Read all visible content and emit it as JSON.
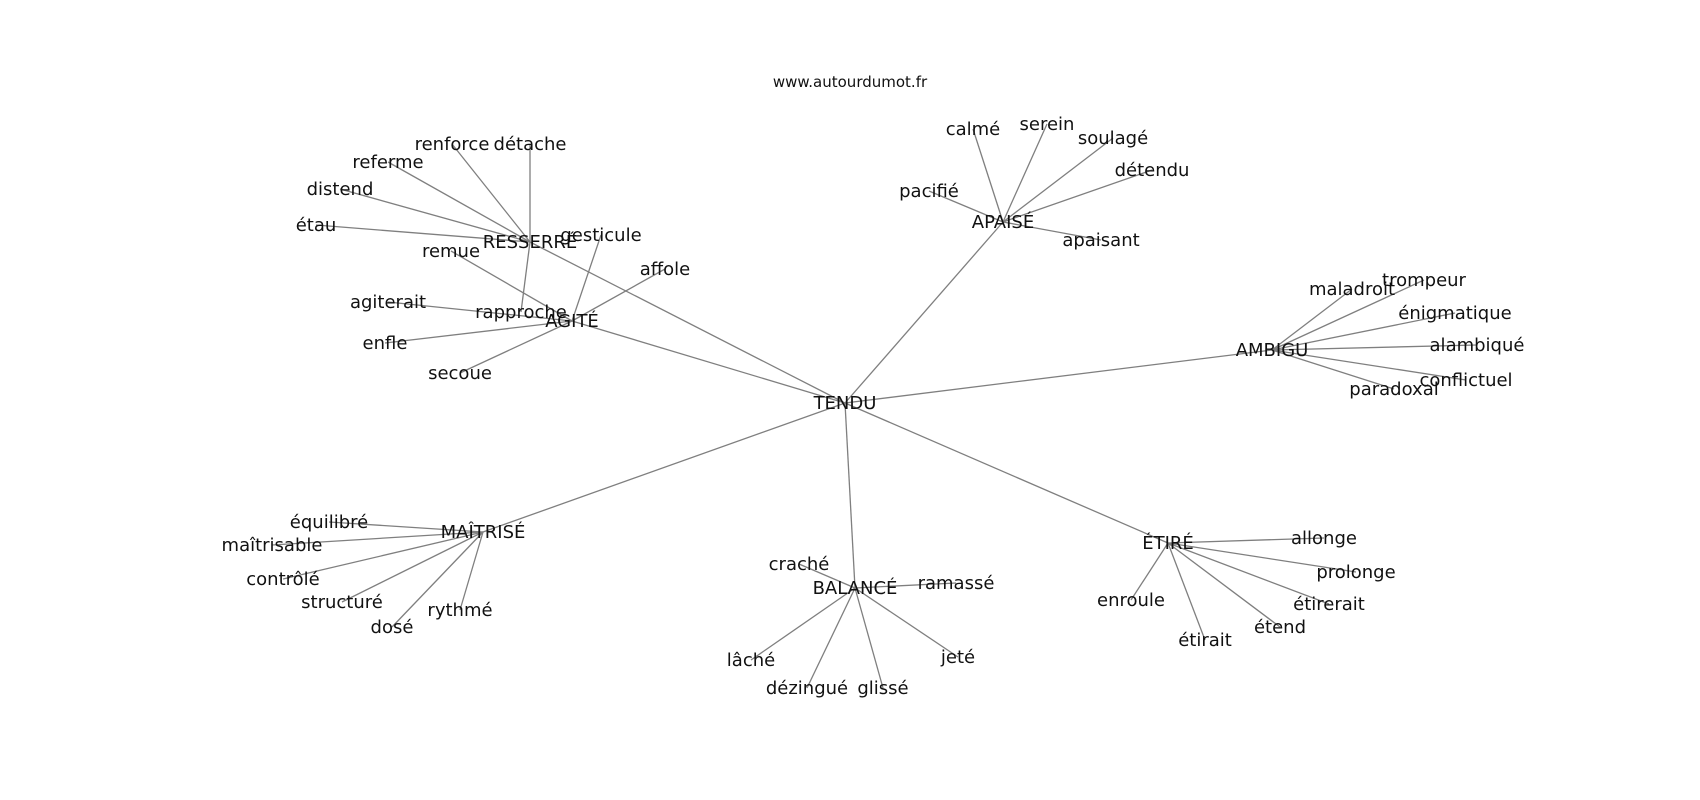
{
  "site": "www.autourdumot.fr",
  "graph": {
    "center": "TENDU",
    "groups": [
      {
        "word": "RESSERRÉ",
        "leaves": [
          "renforce",
          "détache",
          "referme",
          "distend",
          "étau",
          "rapproche"
        ]
      },
      {
        "word": "AGITÉ",
        "leaves": [
          "gesticule",
          "affole",
          "remue",
          "agiterait",
          "enfle",
          "secoue"
        ]
      },
      {
        "word": "APAISÉ",
        "leaves": [
          "calmé",
          "serein",
          "soulagé",
          "détendu",
          "pacifié",
          "apaisant"
        ]
      },
      {
        "word": "AMBIGU",
        "leaves": [
          "maladroit",
          "trompeur",
          "énigmatique",
          "alambiqué",
          "conflictuel",
          "paradoxal"
        ]
      },
      {
        "word": "MAÎTRISÉ",
        "leaves": [
          "équilibré",
          "maîtrisable",
          "contrôlé",
          "structuré",
          "dosé",
          "rythmé"
        ]
      },
      {
        "word": "BALANCÉ",
        "leaves": [
          "craché",
          "ramassé",
          "lâché",
          "dézingué",
          "glissé",
          "jeté"
        ]
      },
      {
        "word": "ÉTIRÉ",
        "leaves": [
          "allonge",
          "prolonge",
          "étirerait",
          "étend",
          "étirait",
          "enroule"
        ]
      }
    ]
  }
}
